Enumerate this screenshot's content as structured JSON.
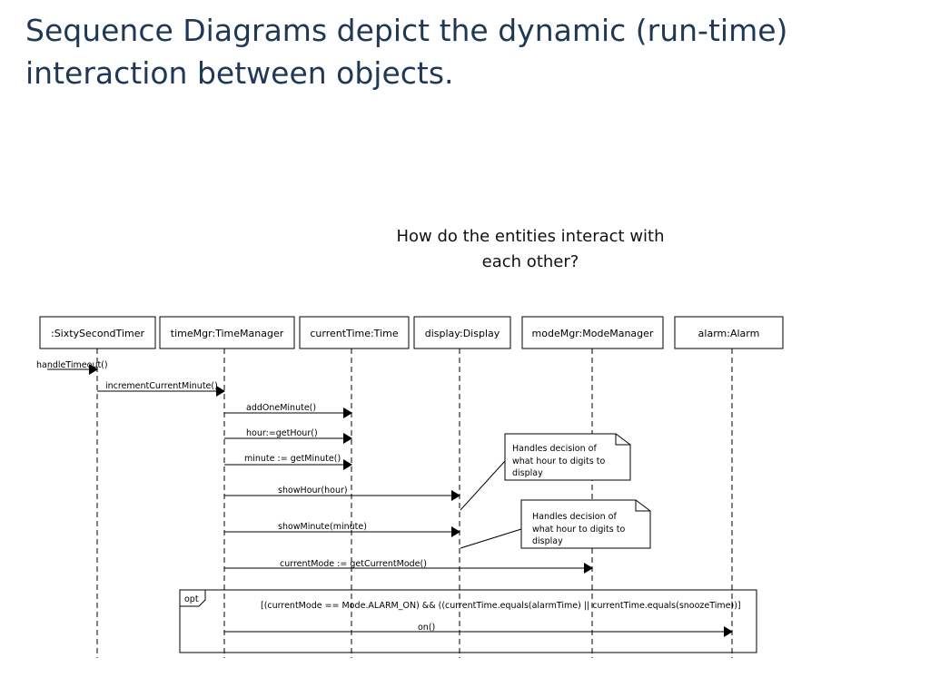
{
  "slide": {
    "title": "Sequence Diagrams depict the dynamic (run-time) interaction between objects.",
    "question": "How do the entities interact with each other?"
  },
  "diagram": {
    "lifelines": [
      {
        "id": "sixty-second-timer",
        "label": ":SixtySecondTimer"
      },
      {
        "id": "time-manager",
        "label": "timeMgr:TimeManager"
      },
      {
        "id": "current-time",
        "label": "currentTime:Time"
      },
      {
        "id": "display",
        "label": "display:Display"
      },
      {
        "id": "mode-manager",
        "label": "modeMgr:ModeManager"
      },
      {
        "id": "alarm",
        "label": "alarm:Alarm"
      }
    ],
    "messages": [
      {
        "id": "handle-timeout",
        "label": "handleTimeout()"
      },
      {
        "id": "increment-current-minute",
        "label": "incrementCurrentMinute()"
      },
      {
        "id": "add-one-minute",
        "label": "addOneMinute()"
      },
      {
        "id": "get-hour",
        "label": "hour:=getHour()"
      },
      {
        "id": "get-minute",
        "label": "minute := getMinute()"
      },
      {
        "id": "show-hour",
        "label": "showHour(hour)"
      },
      {
        "id": "show-minute",
        "label": "showMinute(minute)"
      },
      {
        "id": "get-current-mode",
        "label": "currentMode := getCurrentMode()"
      },
      {
        "id": "on",
        "label": "on()"
      }
    ],
    "notes": [
      {
        "id": "note-1",
        "lines": [
          "Handles decision of",
          "what hour to digits to",
          "display"
        ]
      },
      {
        "id": "note-2",
        "lines": [
          "Handles decision of",
          "what hour to digits to",
          "display"
        ]
      }
    ],
    "fragment": {
      "operator": "opt",
      "guard": "[(currentMode == Mode.ALARM_ON) &&  ((currentTime.equals(alarmTime) || currentTime.equals(snoozeTime))]"
    }
  }
}
